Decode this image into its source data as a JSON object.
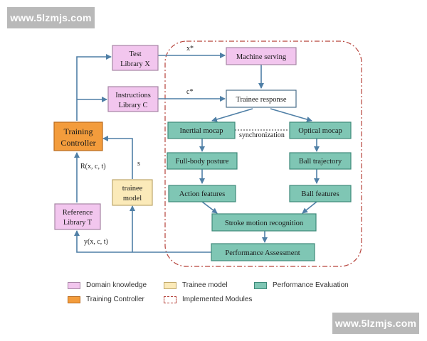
{
  "watermark": {
    "top": "www.5lzmjs.com",
    "bottom": "www.5lzmjs.com"
  },
  "colors": {
    "domain": "#f2c6ee",
    "domain_border": "#a685a4",
    "controller": "#f39c3c",
    "controller_border": "#b96a1d",
    "trainee": "#fbeab9",
    "trainee_border": "#bfa76a",
    "evaluation": "#7fc6b4",
    "evaluation_border": "#3f8a7a",
    "white_border": "#4a6f8a",
    "arrow": "#4f7fa6",
    "dashed": "#b6433b"
  },
  "boxes": {
    "test_library": {
      "line1": "Test",
      "line2": "Library X"
    },
    "instructions_library": {
      "line1": "Instructions",
      "line2": "Library C"
    },
    "training_controller": {
      "line1": "Training",
      "line2": "Controller"
    },
    "trainee_model": {
      "line1": "trainee",
      "line2": "model"
    },
    "reference_library": {
      "line1": "Reference",
      "line2": "Library T"
    },
    "machine_serving": {
      "label": "Machine serving"
    },
    "trainee_response": {
      "label": "Trainee response"
    },
    "inertial_mocap": {
      "label": "Inertial mocap"
    },
    "optical_mocap": {
      "label": "Optical mocap"
    },
    "full_body_posture": {
      "label": "Full-body posture"
    },
    "ball_trajectory": {
      "label": "Ball trajectory"
    },
    "action_features": {
      "label": "Action features"
    },
    "ball_features": {
      "label": "Ball features"
    },
    "stroke_recognition": {
      "label": "Stroke motion recognition"
    },
    "performance_assessment": {
      "label": "Performance Assessment"
    }
  },
  "edge_labels": {
    "x_star": "x*",
    "c_star": "c*",
    "synchronization": "synchronization",
    "s": "s",
    "r": "R(x, c, t)",
    "y": "y(x, c, t)"
  },
  "legend": {
    "domain_knowledge": "Domain knowledge",
    "trainee_model": "Trainee model",
    "performance_evaluation": "Performance Evaluation",
    "training_controller": "Training Controller",
    "implemented_modules": "Implemented Modules"
  }
}
